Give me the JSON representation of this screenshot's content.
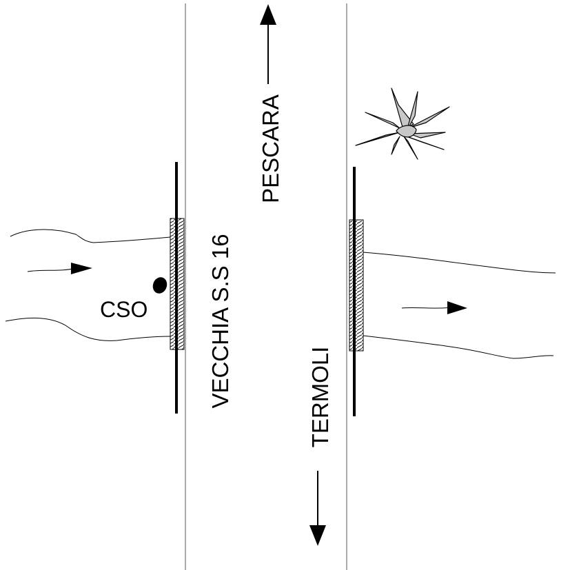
{
  "labels": {
    "road_name": "VECCHIA S.S 16",
    "north_destination": "PESCARA",
    "south_destination": "TERMOLI",
    "discharge_point": "CSO"
  },
  "colors": {
    "ink": "#000000",
    "road_edge": "#555555",
    "bridge_fill": "#ffffff",
    "plant_fill": "#c8c8c8"
  },
  "icons": {
    "flow_arrow": "arrowhead",
    "vegetation": "plant-icon",
    "discharge": "filled-ellipse"
  }
}
